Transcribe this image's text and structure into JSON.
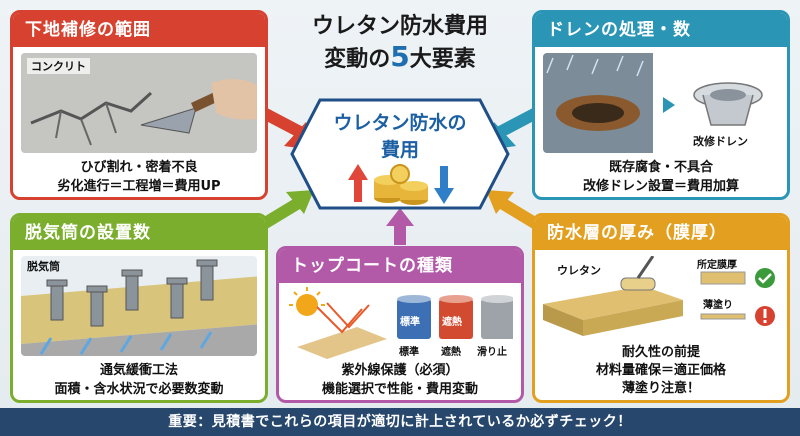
{
  "title": {
    "line1": "ウレタン防水費用",
    "line2_pre": "変動の",
    "line2_num": "5",
    "line2_post": "大要素"
  },
  "center": {
    "line1": "ウレタン防水の",
    "line2": "費用"
  },
  "cards": {
    "repair": {
      "header": "下地補修の範囲",
      "image_label": "コンクリト",
      "line1": "ひび割れ・密着不良",
      "line2": "劣化進行＝工程増＝費用UP",
      "color": "#d6422f"
    },
    "drain": {
      "header": "ドレンの処理・数",
      "image_label": "改修ドレン",
      "line1": "既存腐食・不具合",
      "line2": "改修ドレン設置＝費用加算",
      "color": "#2a95b5"
    },
    "vent": {
      "header": "脱気筒の設置数",
      "image_label": "脱気筒",
      "line1": "通気緩衝工法",
      "line2": "面積・含水状況で必要数変動",
      "color": "#7aae2c"
    },
    "topcoat": {
      "header": "トップコートの種類",
      "can1": "標準",
      "can2": "遮熱",
      "can_labels": [
        "標準",
        "遮熱",
        "滑り止め"
      ],
      "line1": "紫外線保護（必須）",
      "line2": "機能選択で性能・費用変動",
      "color": "#b25aa8"
    },
    "thickness": {
      "header": "防水層の厚み（膜厚）",
      "image_label": "ウレタン",
      "spec_label": "所定膜厚",
      "thin_label": "薄塗り",
      "line1": "耐久性の前提",
      "line2": "材料量確保＝適正価格",
      "line3": "薄塗り注意！",
      "color": "#e3a020"
    }
  },
  "footer": "重要：見積書でこれらの項目が適切に計上されているか必ずチェック！",
  "icons": [
    "trowel-icon",
    "rain-icon",
    "drain-icon",
    "sun-icon",
    "paint-roller-icon",
    "check-icon",
    "warning-icon",
    "coin-stack-icon",
    "up-arrow-icon",
    "down-arrow-icon"
  ]
}
